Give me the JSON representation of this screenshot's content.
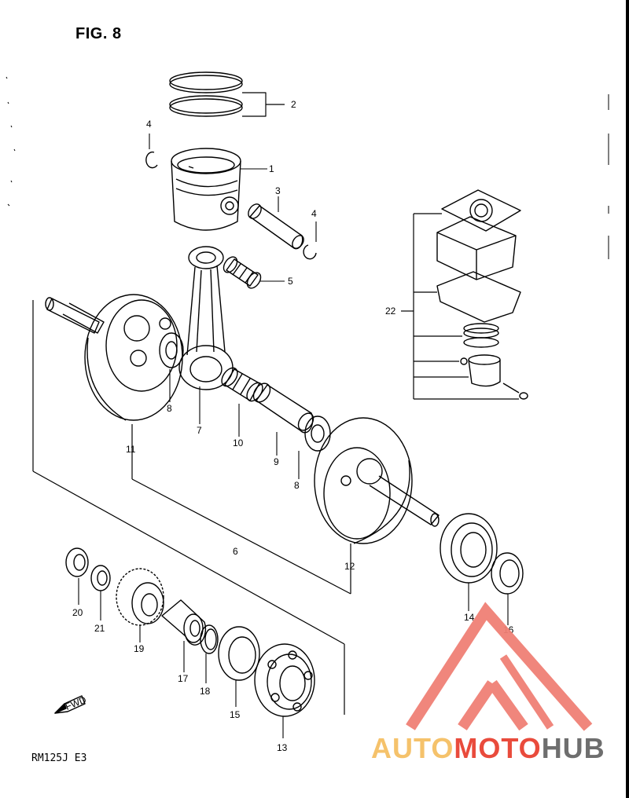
{
  "figure": {
    "title": "FIG. 8",
    "model": "RM125J  E3",
    "fwd": "FWD"
  },
  "callouts": [
    {
      "id": "1",
      "label": "1"
    },
    {
      "id": "2",
      "label": "2"
    },
    {
      "id": "3",
      "label": "3"
    },
    {
      "id": "4a",
      "label": "4"
    },
    {
      "id": "4b",
      "label": "4"
    },
    {
      "id": "5",
      "label": "5"
    },
    {
      "id": "6",
      "label": "6"
    },
    {
      "id": "7",
      "label": "7"
    },
    {
      "id": "8a",
      "label": "8"
    },
    {
      "id": "8b",
      "label": "8"
    },
    {
      "id": "9",
      "label": "9"
    },
    {
      "id": "10",
      "label": "10"
    },
    {
      "id": "11",
      "label": "11"
    },
    {
      "id": "12",
      "label": "12"
    },
    {
      "id": "13",
      "label": "13"
    },
    {
      "id": "14",
      "label": "14"
    },
    {
      "id": "15",
      "label": "15"
    },
    {
      "id": "16",
      "label": "16"
    },
    {
      "id": "17",
      "label": "17"
    },
    {
      "id": "18",
      "label": "18"
    },
    {
      "id": "19",
      "label": "19"
    },
    {
      "id": "20",
      "label": "20"
    },
    {
      "id": "21",
      "label": "21"
    },
    {
      "id": "22",
      "label": "22"
    }
  ],
  "watermark": {
    "part1": "AUTO",
    "part2": "MOTO",
    "part3": "HUB",
    "color1": "#f5c26b",
    "color2": "#e94b3c",
    "color3": "#6e6e6e"
  }
}
